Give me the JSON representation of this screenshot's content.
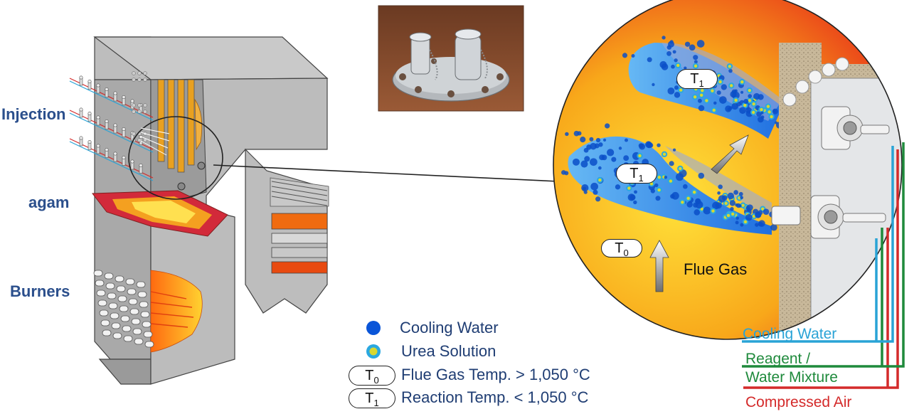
{
  "labels": {
    "injection": "Injection",
    "agam": "agam",
    "burners": "Burners",
    "flue_gas": "Flue Gas"
  },
  "temp_symbols": {
    "t0": "T",
    "t0_sub": "0",
    "t1": "T",
    "t1_sub": "1"
  },
  "legend": {
    "cooling_water": "Cooling Water",
    "urea_solution": "Urea Solution",
    "t0_text": "Flue Gas Temp. > 1,050 °C",
    "t1_text": "Reaction Temp. < 1,050 °C"
  },
  "pipes": {
    "cooling_water": "Cooling Water",
    "reagent_line1": "Reagent /",
    "reagent_line2": "Water Mixture",
    "compressed_air": "Compressed Air"
  },
  "colors": {
    "label_blue": "#2b4f8c",
    "cooling_water": "#29a3d6",
    "reagent": "#1f8a3c",
    "compressed_air": "#d42a2a",
    "droplet_blue": "#0a55d8",
    "urea_yellow": "#d8d830"
  }
}
